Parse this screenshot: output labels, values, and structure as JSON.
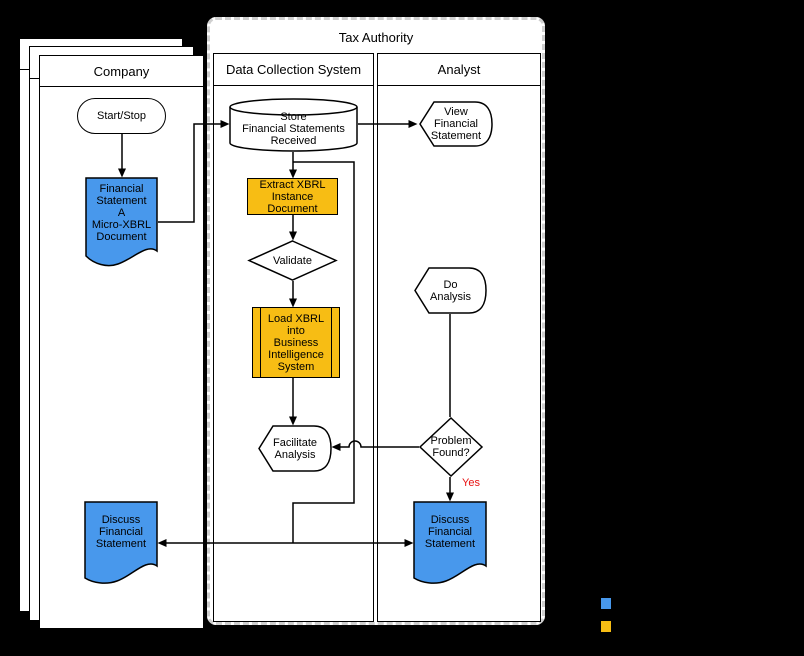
{
  "container": {
    "title": "Tax Authority"
  },
  "lanes": {
    "company": {
      "label": "Company"
    },
    "data_collection_system": {
      "label": "Data Collection System"
    },
    "analyst": {
      "label": "Analyst"
    }
  },
  "nodes": {
    "start": {
      "type": "terminator",
      "label": "Start/Stop"
    },
    "financial_statement": {
      "type": "document",
      "label": "Financial\nStatement\nA\nMicro-XBRL\nDocument"
    },
    "store": {
      "type": "database",
      "label": "Store\nFinancial Statements\nReceived"
    },
    "view": {
      "type": "display",
      "label": "View\nFinancial\nStatement"
    },
    "extract": {
      "type": "process",
      "label": "Extract XBRL\nInstance\nDocument"
    },
    "validate": {
      "type": "decision",
      "label": "Validate"
    },
    "load": {
      "type": "predefined-process",
      "label": "Load XBRL\ninto\nBusiness\nIntelligence\nSystem"
    },
    "do_analysis": {
      "type": "display",
      "label": "Do\nAnalysis"
    },
    "facilitate": {
      "type": "display",
      "label": "Facilitate\nAnalysis"
    },
    "problem": {
      "type": "decision",
      "label": "Problem\nFound?"
    },
    "discuss_company": {
      "type": "document",
      "label": "Discuss\nFinancial\nStatement"
    },
    "discuss_analyst": {
      "type": "document",
      "label": "Discuss\nFinancial\nStatement"
    }
  },
  "edges": [
    {
      "from": "start",
      "to": "financial_statement"
    },
    {
      "from": "financial_statement",
      "to": "store"
    },
    {
      "from": "store",
      "to": "view"
    },
    {
      "from": "store",
      "to": "extract"
    },
    {
      "from": "extract",
      "to": "validate"
    },
    {
      "from": "validate",
      "to": "load"
    },
    {
      "from": "load",
      "to": "facilitate"
    },
    {
      "from": "do_analysis",
      "to": "problem"
    },
    {
      "from": "problem",
      "to": "facilitate"
    },
    {
      "from": "problem",
      "to": "discuss_analyst",
      "label": "Yes"
    },
    {
      "from": "store",
      "to": "discuss_line_junction"
    },
    {
      "from": "discuss_company",
      "to": "discuss_analyst",
      "bidirectional": true
    }
  ],
  "labels": {
    "yes": "Yes"
  },
  "colors": {
    "document_blue": "#4898EC",
    "process_yellow": "#F7BD14",
    "yes_red": "#E81313",
    "dashed_border_gray": "#CFCFCF",
    "stroke_black": "#000000"
  },
  "legend": [
    {
      "name": "blue-swatch",
      "color": "#4898EC"
    },
    {
      "name": "yellow-swatch",
      "color": "#F7BD14"
    }
  ]
}
